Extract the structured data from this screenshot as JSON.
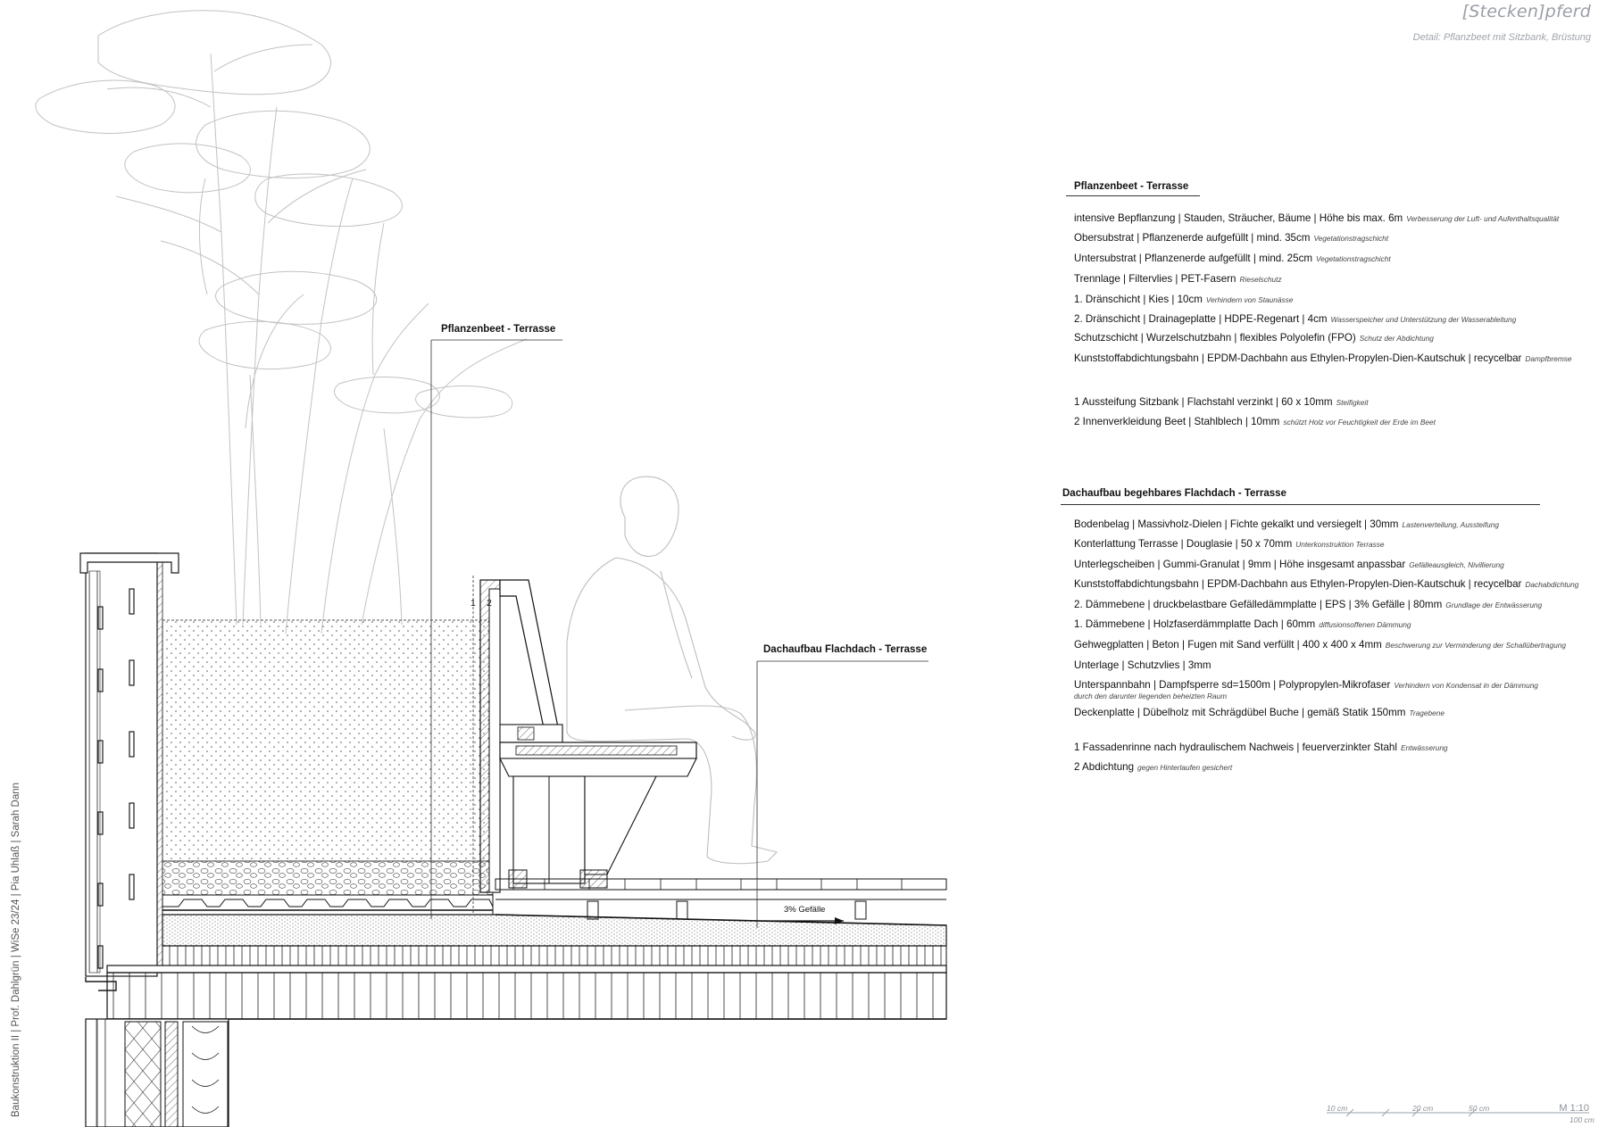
{
  "header": {
    "title": "[Stecken]pferd",
    "subtitle": "Detail: Pflanzbeet mit Sitzbank, Brüstung"
  },
  "sections": [
    {
      "heading": "Pflanzenbeet - Terrasse",
      "items": [
        {
          "text": "intensive Bepflanzung | Stauden, Sträucher, Bäume | Höhe bis max. 6m",
          "note": "Verbesserung der Luft- und Aufenthaltsqualität"
        },
        {
          "text": "Obersubstrat | Pflanzenerde aufgefüllt |  mind. 35cm",
          "note": "Vegetationstragschicht"
        },
        {
          "text": "Untersubstrat | Pflanzenerde aufgefüllt |  mind. 25cm",
          "note": "Vegetationstragschicht"
        },
        {
          "text": "Trennlage | Filtervlies | PET-Fasern",
          "note": "Rieselschutz"
        },
        {
          "text": "1. Dränschicht | Kies | 10cm",
          "note": "Verhindern von Staunässe"
        },
        {
          "text": "2. Dränschicht | Drainageplatte | HDPE-Regenart | 4cm",
          "note": "Wasserspeicher und Unterstützung der Wasserableitung"
        },
        {
          "text": "Schutzschicht | Wurzelschutzbahn | flexibles Polyolefin (FPO)",
          "note": "Schutz der Abdichtung"
        },
        {
          "text": "Kunststoffabdichtungsbahn | EPDM-Dachbahn aus Ethylen-Propylen-Dien-Kautschuk | recycelbar",
          "note": "Dampfbremse"
        },
        {
          "text": "1  Aussteifung Sitzbank | Flachstahl verzinkt | 60 x 10mm",
          "note": "Steifigkeit"
        },
        {
          "text": "2  Innenverkleidung Beet | Stahlblech | 10mm",
          "note": "schützt Holz vor Feuchtigkeit der Erde im Beet"
        }
      ]
    },
    {
      "heading": "Dachaufbau begehbares Flachdach - Terrasse",
      "items": [
        {
          "text": "Bodenbelag | Massivholz-Dielen | Fichte gekalkt und versiegelt | 30mm",
          "note": "Lastenverteilung, Aussteifung"
        },
        {
          "text": "Konterlattung Terrasse | Douglasie | 50 x 70mm",
          "note": "Unterkonstruktion Terrasse"
        },
        {
          "text": "Unterlegscheiben | Gummi-Granulat | 9mm | Höhe insgesamt anpassbar",
          "note": "Gefälleausgleich, Nivillierung"
        },
        {
          "text": "Kunststoffabdichtungsbahn | EPDM-Dachbahn aus Ethylen-Propylen-Dien-Kautschuk | recycelbar",
          "note": "Dachabdichtung"
        },
        {
          "text": "2. Dämmebene | druckbelastbare Gefälledämmplatte | EPS | 3% Gefälle | 80mm",
          "note": "Grundlage der Entwässerung"
        },
        {
          "text": "1. Dämmebene | Holzfaserdämmplatte Dach | 60mm",
          "note": "diffusionsoffenen Dämmung"
        },
        {
          "text": "Gehwegplatten | Beton | Fugen mit Sand verfüllt | 400 x 400 x 4mm",
          "note": "Beschwerung zur Verminderung der Schallübertragung"
        },
        {
          "text": "Unterlage | Schutzvlies | 3mm",
          "note": ""
        },
        {
          "text": "Unterspannbahn | Dampfsperre sd=1500m | Polypropylen-Mikrofaser",
          "note": "Verhindern von Kondensat in der Dämmung",
          "note2": "durch den darunter liegenden beheizten Raum"
        },
        {
          "text": "Deckenplatte | Dübelholz mit Schrägdübel Buche | gemäß Statik 150mm",
          "note": "Tragebene"
        },
        {
          "text": "1 Fassadenrinne nach hydraulischem Nachweis | feuerverzinkter Stahl",
          "note": "Entwässerung"
        },
        {
          "text": "2 Abdichtung",
          "note": "gegen Hinterlaufen gesichert"
        }
      ]
    }
  ],
  "drawing": {
    "label_plant": "Pflanzenbeet - Terrasse",
    "label_roof": "Dachaufbau Flachdach - Terrasse",
    "slope": "3% Gefälle",
    "marker_1": "1",
    "marker_2": "2"
  },
  "sidebar": "Baukonstruktion II | Prof. Dahlgrün | WiSe 23/24 | Pia Uhlaß | Sarah Dann",
  "scale": {
    "t10": "10 cm",
    "t20": "20 cm",
    "t50": "50 cm",
    "t100": "100 cm",
    "label": "M 1:10"
  },
  "colors": {
    "ink": "#1a1a1a",
    "muted": "#9a9ea6",
    "sketch": "#b9b9b9"
  }
}
